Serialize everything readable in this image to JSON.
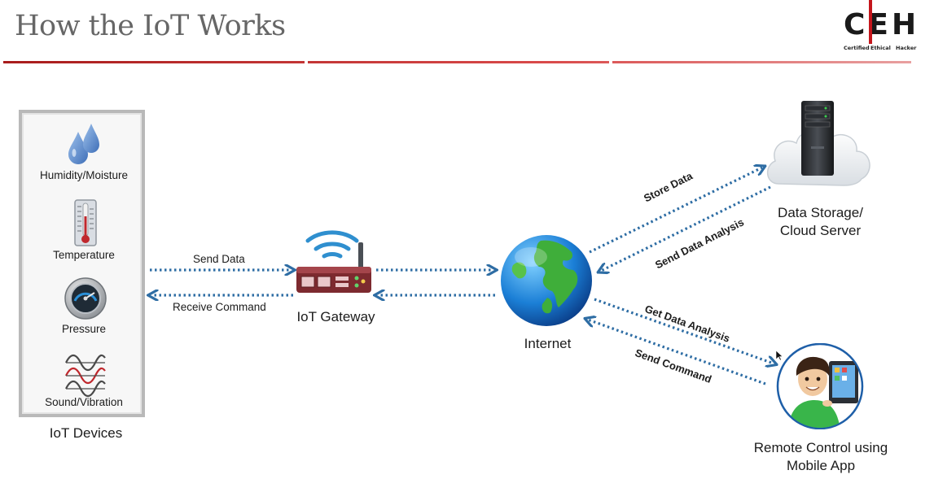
{
  "slide": {
    "title": "How the IoT Works"
  },
  "logo": {
    "letters": "CEH",
    "sub": [
      "Certified",
      "Ethical",
      "Hacker"
    ]
  },
  "devices": {
    "caption": "IoT Devices",
    "items": [
      {
        "label": "Humidity/Moisture",
        "icon": "water-drops-icon"
      },
      {
        "label": "Temperature",
        "icon": "thermometer-icon"
      },
      {
        "label": "Pressure",
        "icon": "pressure-gauge-icon"
      },
      {
        "label": "Sound/Vibration",
        "icon": "sound-wave-icon"
      }
    ]
  },
  "gateway": {
    "caption": "IoT Gateway"
  },
  "internet": {
    "caption": "Internet"
  },
  "cloud": {
    "caption_line1": "Data Storage/",
    "caption_line2": "Cloud Server"
  },
  "mobile": {
    "caption_line1": "Remote Control using",
    "caption_line2": "Mobile App"
  },
  "arrows": {
    "send_data": "Send Data",
    "receive_command": "Receive Command",
    "store_data": "Store Data",
    "send_data_analysis": "Send Data Analysis",
    "get_data_analysis": "Get Data Analysis",
    "send_command": "Send Command"
  },
  "colors": {
    "arrow": "#2e6da4",
    "title": "#666666",
    "rule": "#a81c1c"
  }
}
